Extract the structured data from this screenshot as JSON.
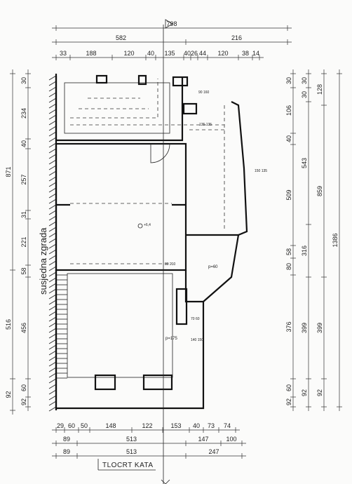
{
  "title": "TLOCRT KATA",
  "neighbor_label": "susjedna zgrada",
  "top_dims": {
    "row1": [
      "798"
    ],
    "row2": [
      "582",
      "216"
    ],
    "row3": [
      "33",
      "188",
      "120",
      "40",
      "135",
      "40",
      "26",
      "44",
      "120",
      "38",
      "14"
    ]
  },
  "bottom_dims": {
    "row1": [
      "29",
      "60",
      "50",
      "148",
      "122",
      "153",
      "40",
      "73",
      "74"
    ],
    "row2": [
      "89",
      "513",
      "147",
      "100"
    ],
    "row3": [
      "89",
      "513",
      "247"
    ]
  },
  "left_dims": {
    "inner": [
      "30",
      "234",
      "40",
      "257",
      "31",
      "221",
      "58",
      "456",
      "60",
      "92"
    ],
    "outer": [
      "871",
      "516",
      "92"
    ]
  },
  "right_dims": {
    "col1": [
      "30",
      "106",
      "40",
      "509",
      "58",
      "80",
      "376",
      "60",
      "92"
    ],
    "col2": [
      "30",
      "30",
      "543",
      "316",
      "399",
      "92"
    ],
    "col3": [
      "128",
      "859",
      "399",
      "92"
    ],
    "col4": [
      "1386"
    ]
  },
  "annotations": {
    "opening_1": "90 160",
    "opening_2": "135 135",
    "opening_3": "150 135",
    "opening_4": "80 210",
    "opening_5": "70 60",
    "opening_6": "140 150",
    "level": "+6,4",
    "p60": "p=60",
    "p175": "p=175"
  }
}
